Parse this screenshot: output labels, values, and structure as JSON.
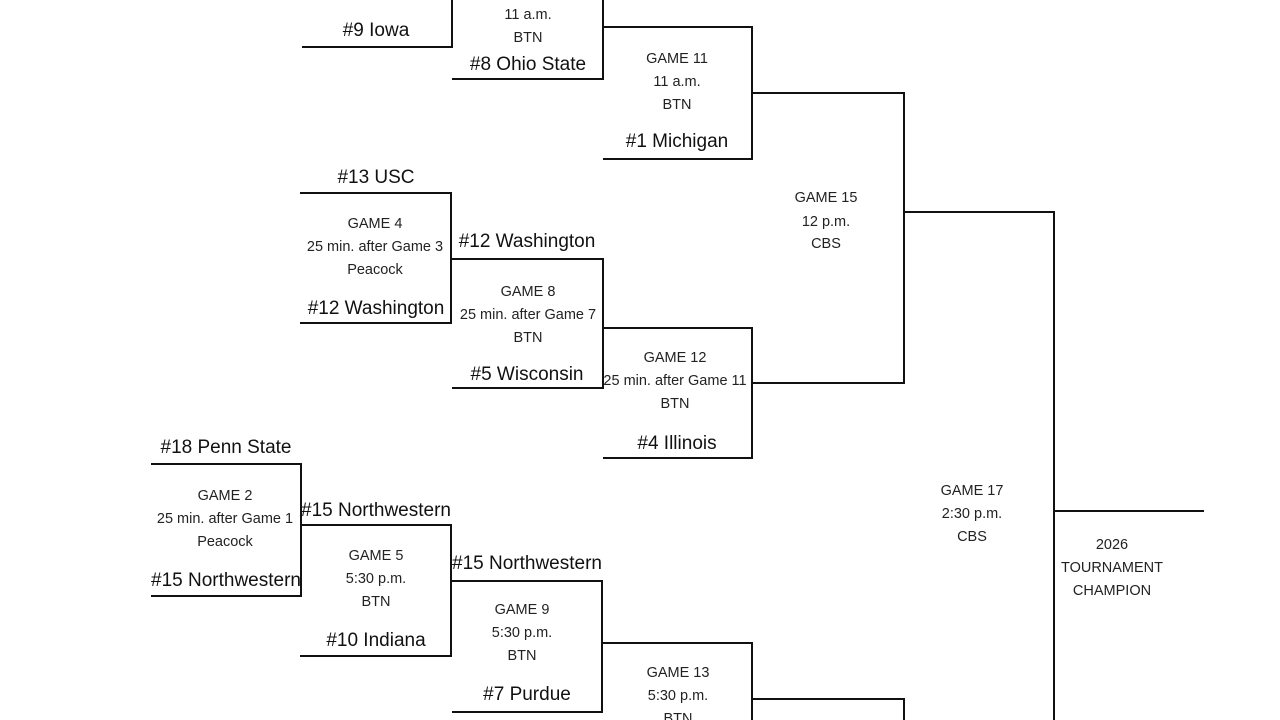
{
  "teams": {
    "g3_bottom": "#9 Iowa",
    "g7_bottom": "#8 Ohio State",
    "g11_bottom": "#1 Michigan",
    "g4_top": "#13 USC",
    "g4_bottom": "#12 Washington",
    "g8_top": "#12 Washington",
    "g8_bottom": "#5 Wisconsin",
    "g12_bottom": "#4 Illinois",
    "g2_top": "#18 Penn State",
    "g2_bottom": "#15 Northwestern",
    "g5_top": "#15 Northwestern",
    "g5_bottom": "#10 Indiana",
    "g9_top": "#15 Northwestern",
    "g9_bottom": "#7 Purdue"
  },
  "games": {
    "g7": {
      "time": "11 a.m.",
      "network": "BTN"
    },
    "g11": {
      "name": "GAME 11",
      "time": "11 a.m.",
      "network": "BTN"
    },
    "g4": {
      "name": "GAME 4",
      "time": "25 min. after Game 3",
      "network": "Peacock"
    },
    "g8": {
      "name": "GAME 8",
      "time": "25 min. after Game 7",
      "network": "BTN"
    },
    "g12": {
      "name": "GAME 12",
      "time": "25 min. after Game 11",
      "network": "BTN"
    },
    "g15": {
      "name": "GAME 15",
      "time": "12 p.m.",
      "network": "CBS"
    },
    "g2": {
      "name": "GAME 2",
      "time": "25 min. after Game 1",
      "network": "Peacock"
    },
    "g5": {
      "name": "GAME 5",
      "time": "5:30 p.m.",
      "network": "BTN"
    },
    "g9": {
      "name": "GAME 9",
      "time": "5:30 p.m.",
      "network": "BTN"
    },
    "g13": {
      "name": "GAME 13",
      "time": "5:30 p.m.",
      "network": "BTN"
    },
    "g17": {
      "name": "GAME 17",
      "time": "2:30 p.m.",
      "network": "CBS"
    }
  },
  "champion": {
    "year": "2026",
    "line1": "TOURNAMENT",
    "line2": "CHAMPION"
  }
}
